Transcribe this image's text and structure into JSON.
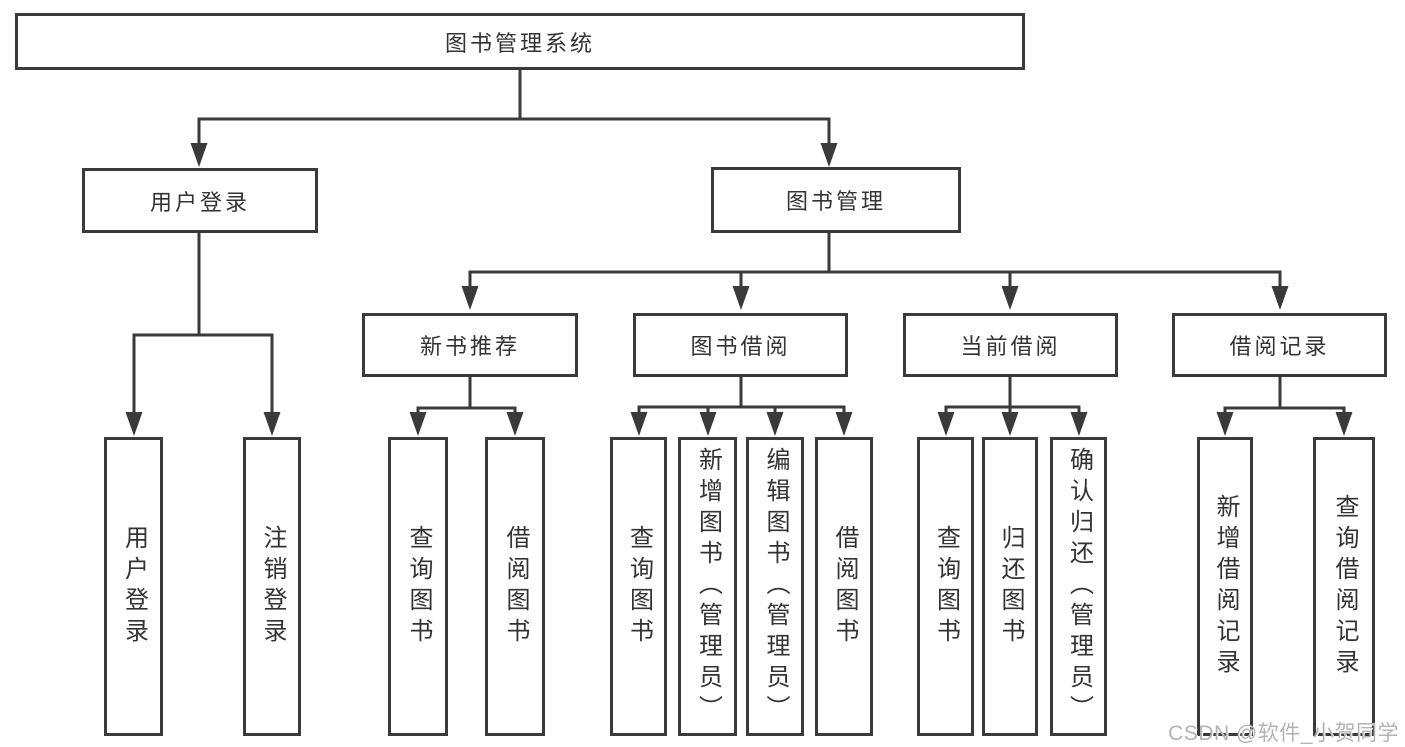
{
  "page": {
    "background": "#ffffff"
  },
  "diagram": {
    "type": "hierarchy-tree",
    "line_color": "#3a3a3a",
    "text_color": "#333333",
    "tree": {
      "root": {
        "label": "图书管理系统",
        "children": [
          {
            "label": "用户登录",
            "children": [
              {
                "label": "用户登录"
              },
              {
                "label": "注销登录"
              }
            ]
          },
          {
            "label": "图书管理",
            "children": [
              {
                "label": "新书推荐",
                "children": [
                  {
                    "label": "查询图书"
                  },
                  {
                    "label": "借阅图书"
                  }
                ]
              },
              {
                "label": "图书借阅",
                "children": [
                  {
                    "label": "查询图书"
                  },
                  {
                    "label": "新增图书（管理员）"
                  },
                  {
                    "label": "编辑图书（管理员）"
                  },
                  {
                    "label": "借阅图书"
                  }
                ]
              },
              {
                "label": "当前借阅",
                "children": [
                  {
                    "label": "查询图书"
                  },
                  {
                    "label": "归还图书"
                  },
                  {
                    "label": "确认归还（管理员）"
                  }
                ]
              },
              {
                "label": "借阅记录",
                "children": [
                  {
                    "label": "新增借阅记录"
                  },
                  {
                    "label": "查询借阅记录"
                  }
                ]
              }
            ]
          }
        ]
      }
    }
  },
  "watermark": {
    "text": "CSDN @软件_小贺同学",
    "color": "#b3b3b3"
  }
}
